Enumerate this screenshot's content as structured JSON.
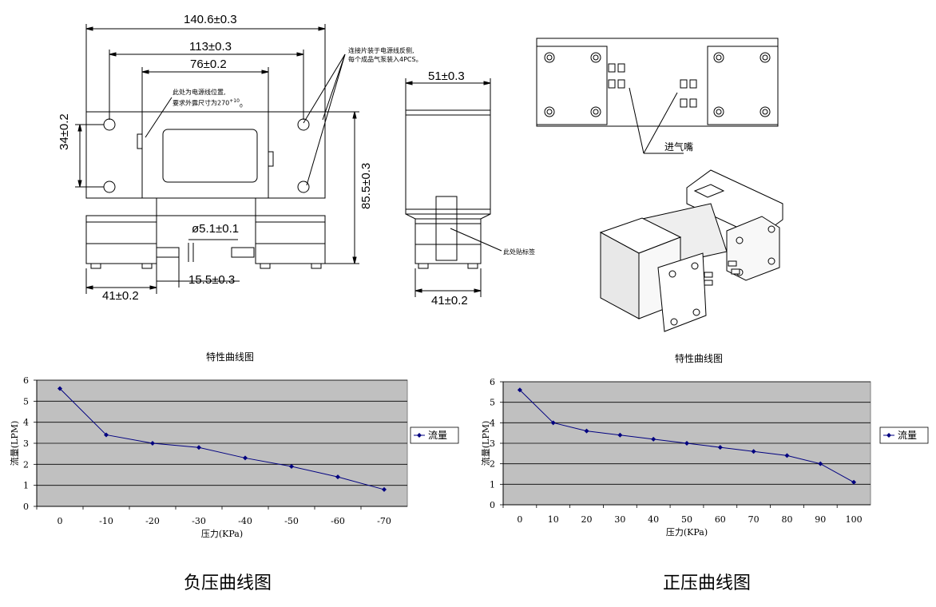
{
  "drawing": {
    "dims": {
      "total_width": "140.6±0.3",
      "hole_pitch": "113±0.3",
      "inner_width": "76±0.2",
      "hole_vertical": "34±0.2",
      "height": "85.5±0.3",
      "side_width": "51±0.3",
      "port_diameter": "ø5.1±0.1",
      "port_offset": "15.5±0.3",
      "left_body": "41±0.2",
      "side_body": "41±0.2"
    },
    "notes": {
      "wire_position_1": "此处为电源线位置,",
      "wire_position_2": "要求外露尺寸为270",
      "wire_position_sup": "+10",
      "wire_position_sub": "0",
      "connector_1": "连接片装于电源线反侧,",
      "connector_2": "每个成品气泵装入4PCS。",
      "label_here": "此处贴标签",
      "inlet": "进气嘴"
    }
  },
  "chart_data": [
    {
      "type": "line",
      "title": "特性曲线图",
      "caption": "负压曲线图",
      "xlabel": "压力(KPa)",
      "ylabel": "流量(LPM)",
      "categories": [
        "0",
        "-10",
        "-20",
        "-30",
        "-40",
        "-50",
        "-60",
        "-70"
      ],
      "series": [
        {
          "name": "流量",
          "values": [
            5.6,
            3.4,
            3.0,
            2.8,
            2.3,
            1.9,
            1.4,
            0.8
          ]
        }
      ],
      "ylim": [
        0,
        6
      ],
      "yticks": [
        "0",
        "1",
        "2",
        "3",
        "4",
        "5",
        "6"
      ],
      "grid": true,
      "legend": "right",
      "plot_bg": "#c0c0c0",
      "line_color": "#000080"
    },
    {
      "type": "line",
      "title": "特性曲线图",
      "caption": "正压曲线图",
      "xlabel": "压力(KPa)",
      "ylabel": "流量(LPM)",
      "categories": [
        "0",
        "10",
        "20",
        "30",
        "40",
        "50",
        "60",
        "70",
        "80",
        "90",
        "100"
      ],
      "series": [
        {
          "name": "流量",
          "values": [
            5.6,
            4.0,
            3.6,
            3.4,
            3.2,
            3.0,
            2.8,
            2.6,
            2.4,
            2.0,
            1.1
          ]
        }
      ],
      "ylim": [
        0,
        6
      ],
      "yticks": [
        "0",
        "1",
        "2",
        "3",
        "4",
        "5",
        "6"
      ],
      "grid": true,
      "legend": "right",
      "plot_bg": "#c0c0c0",
      "line_color": "#000080"
    }
  ]
}
